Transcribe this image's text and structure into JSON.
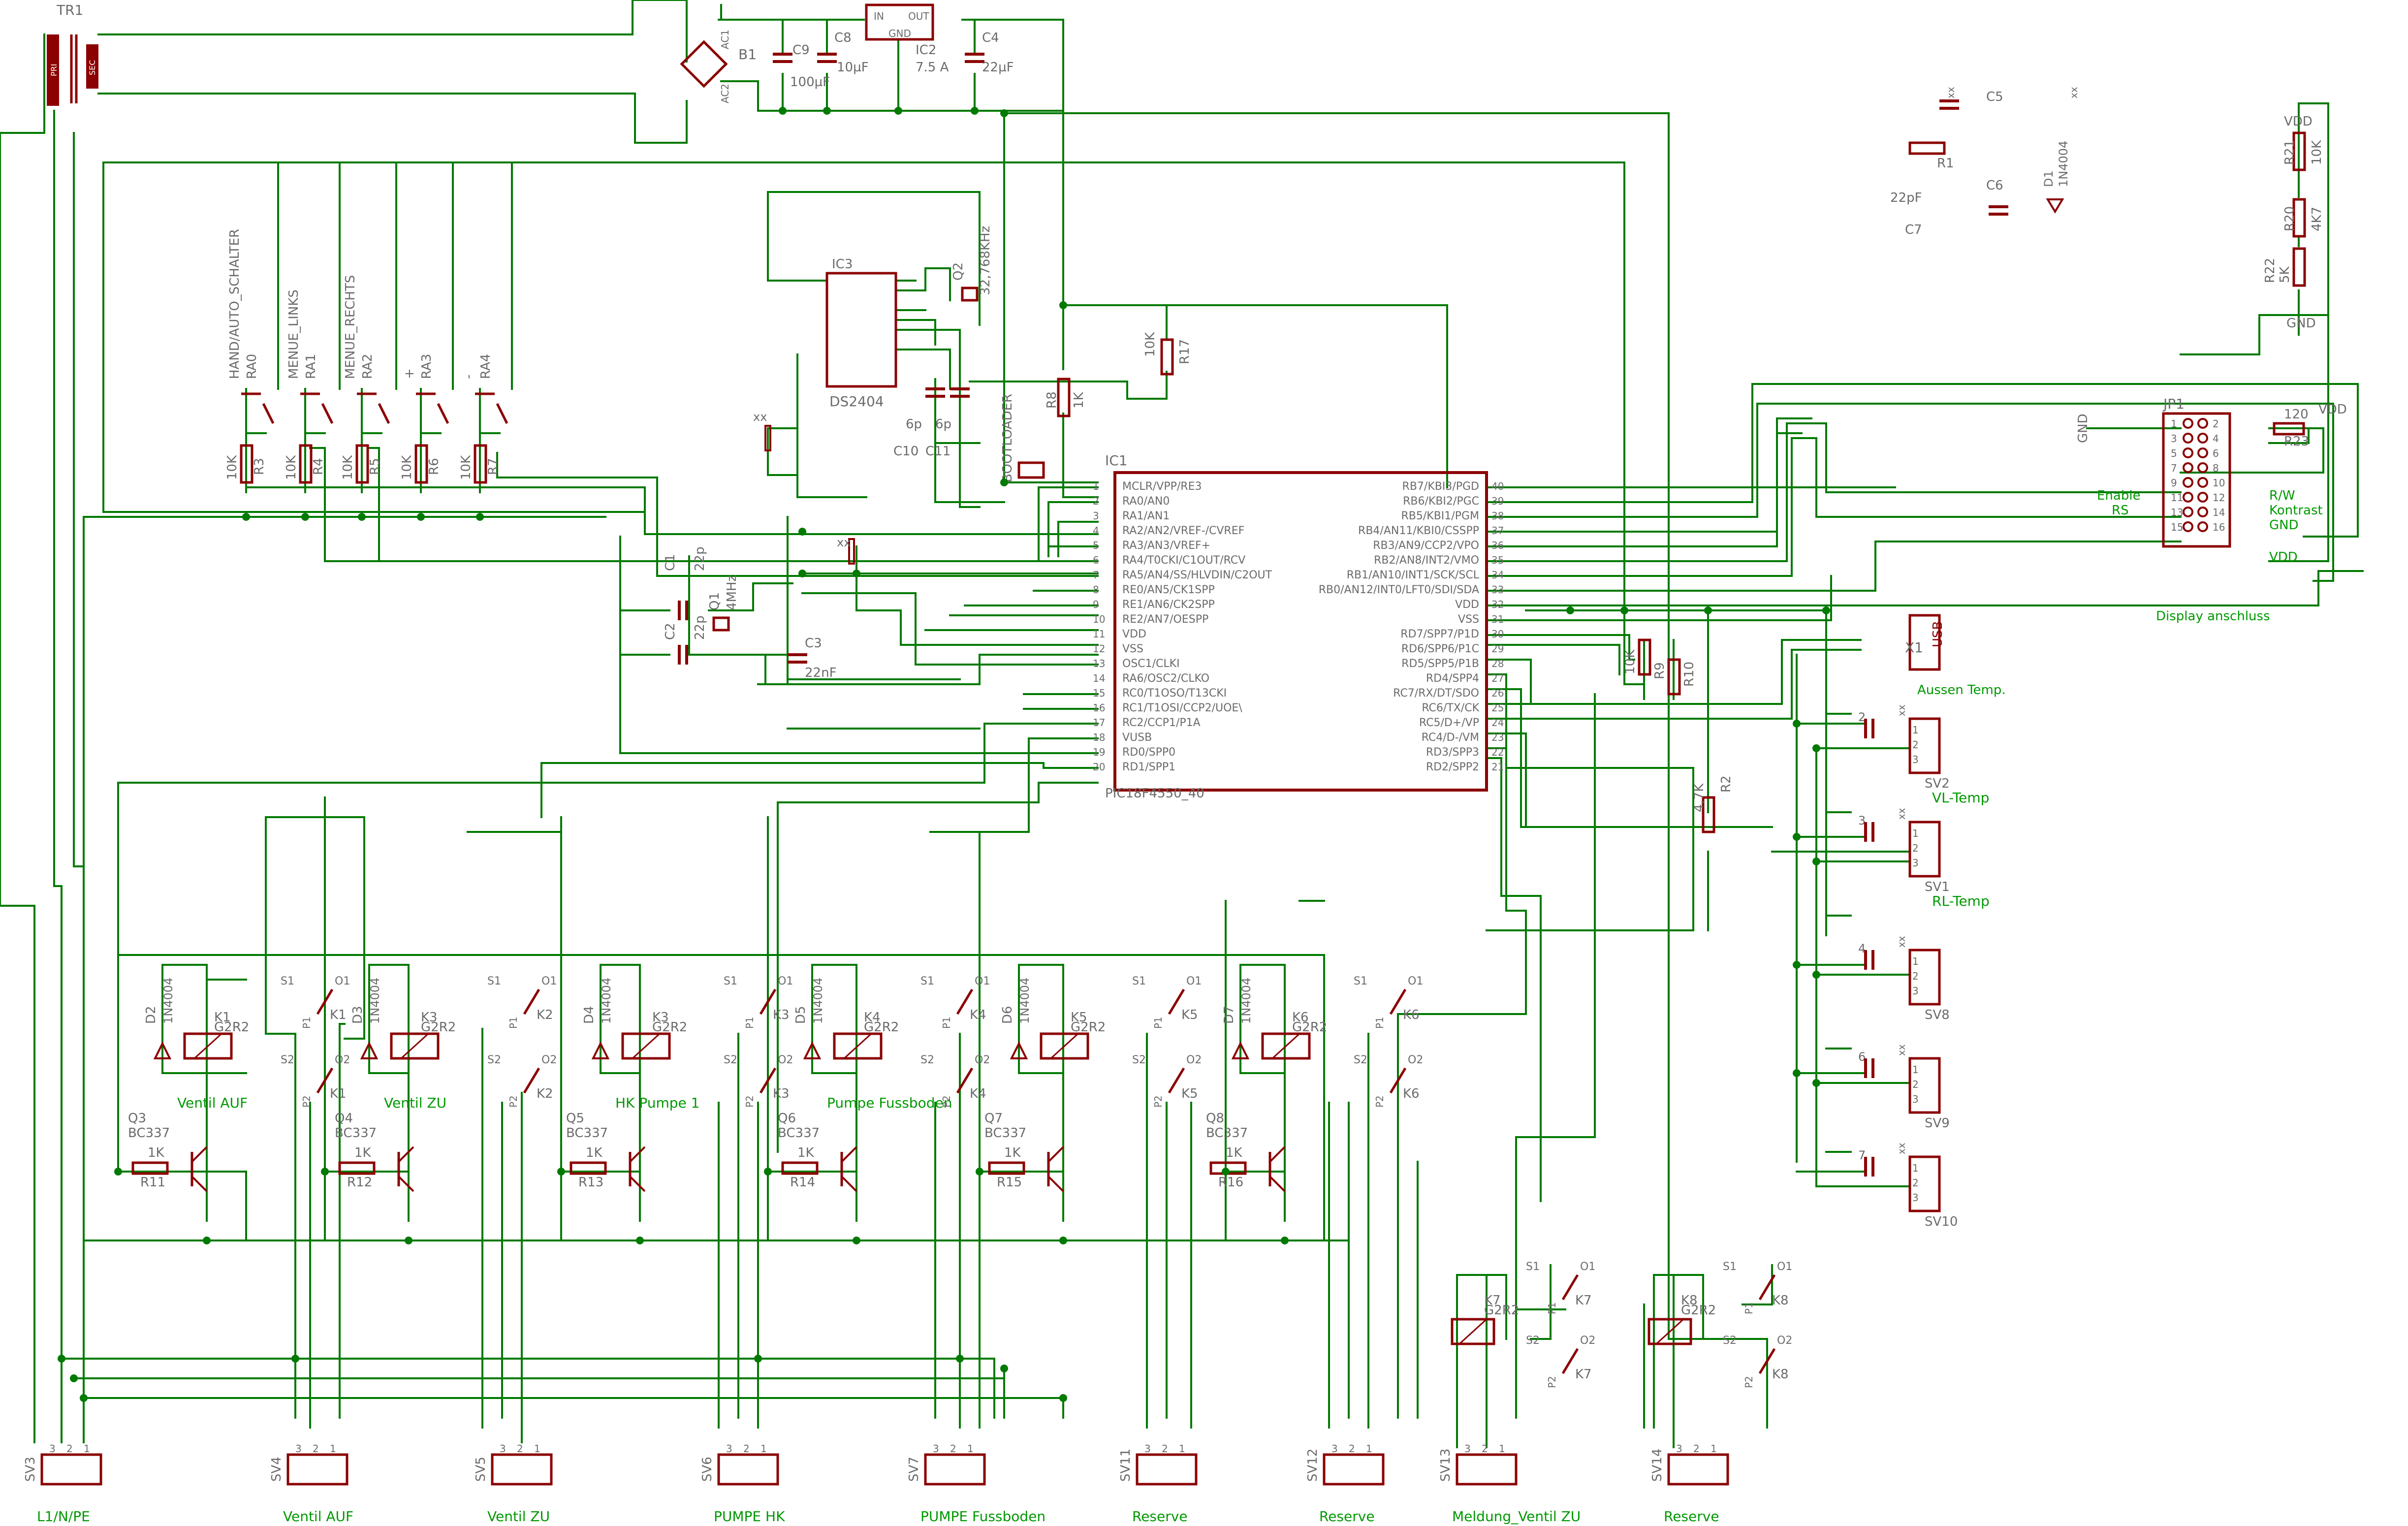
{
  "colors": {
    "wire": "#007a00",
    "part": "#8b0000",
    "label": "#6b6b6b",
    "note": "#009900"
  },
  "transformer": {
    "name": "TR1",
    "pri": "PRI",
    "sec": "SEC"
  },
  "psu": {
    "bridge": "B1",
    "ac1": "AC1",
    "ac2": "AC2",
    "caps": [
      {
        "name": "C9",
        "value": "100µF"
      },
      {
        "name": "C8",
        "value": "10µF"
      },
      {
        "name": "C4",
        "value": "22µF"
      }
    ],
    "reg": {
      "name": "IC2",
      "value": "7.5 A",
      "in": "IN",
      "out": "OUT",
      "gnd": "GND"
    }
  },
  "inputs": [
    {
      "label": "HAND/AUTO_SCHALTER",
      "pin": "RA0",
      "r": "R3"
    },
    {
      "label": "MENUE_LINKS",
      "pin": "RA1",
      "r": "R4"
    },
    {
      "label": "MENUE_RECHTS",
      "pin": "RA2",
      "r": "R5"
    },
    {
      "label": "+",
      "pin": "RA3",
      "r": "R6"
    },
    {
      "label": "-",
      "pin": "RA4",
      "r": "R7"
    }
  ],
  "res_10k": "10K",
  "rtc": {
    "name": "IC3",
    "part": "DS2404",
    "crystal": "Q2",
    "freq": "32,768KHz",
    "c10": "C10",
    "c11": "C11",
    "cap": "6p"
  },
  "bootloader": "BOOTLOADER",
  "r8": {
    "name": "R8",
    "value": "1K"
  },
  "r17": {
    "name": "R17",
    "value": "10K"
  },
  "xx": "xx",
  "osc": {
    "c1": "C1",
    "c2": "C2",
    "c3": "C3",
    "c22p": "22p",
    "c22n": "22nF",
    "q": "Q1",
    "freq": "4MHz"
  },
  "mcu": {
    "name": "IC1",
    "part": "PIC18F4550_40",
    "left": [
      "MCLR/VPP/RE3",
      "RA0/AN0",
      "RA1/AN1",
      "RA2/AN2/VREF-/CVREF",
      "RA3/AN3/VREF+",
      "RA4/T0CKI/C1OUT/RCV",
      "RA5/AN4/SS/HLVDIN/C2OUT",
      "RE0/AN5/CK1SPP",
      "RE1/AN6/CK2SPP",
      "RE2/AN7/OESPP",
      "VDD",
      "VSS",
      "OSC1/CLKI",
      "RA6/OSC2/CLKO",
      "RC0/T1OSO/T13CKI",
      "RC1/T1OSI/CCP2/UOE\\",
      "RC2/CCP1/P1A",
      "VUSB",
      "RD0/SPP0",
      "RD1/SPP1"
    ],
    "right": [
      "RB7/KBI3/PGD",
      "RB6/KBI2/PGC",
      "RB5/KBI1/PGM",
      "RB4/AN11/KBI0/CSSPP",
      "RB3/AN9/CCP2/VPO",
      "RB2/AN8/INT2/VMO",
      "RB1/AN10/INT1/SCK/SCL",
      "RB0/AN12/INT0/LFT0/SDI/SDA",
      "VDD",
      "VSS",
      "RD7/SPP7/P1D",
      "RD6/SPP6/P1C",
      "RD5/SPP5/P1B",
      "RD4/SPP4",
      "RC7/RX/DT/SDO",
      "RC6/TX/CK",
      "RC5/D+/VP",
      "RC4/D-/VM",
      "RD3/SPP3",
      "RD2/SPP2"
    ],
    "left_nums": [
      "1",
      "2",
      "3",
      "4",
      "5",
      "6",
      "7",
      "8",
      "9",
      "10",
      "11",
      "12",
      "13",
      "14",
      "15",
      "16",
      "17",
      "18",
      "19",
      "20"
    ],
    "right_nums": [
      "40",
      "39",
      "38",
      "37",
      "36",
      "35",
      "34",
      "33",
      "32",
      "31",
      "30",
      "29",
      "28",
      "27",
      "26",
      "25",
      "24",
      "23",
      "22",
      "21"
    ]
  },
  "display": {
    "jp": "JP1",
    "gnd": "GND",
    "vdd": "VDD",
    "r23": "R23",
    "r23v": "120",
    "enable": "Enable",
    "rs": "RS",
    "rw": "R/W",
    "kontrast": "Kontrast",
    "gnd2": "GND",
    "vdd2": "VDD",
    "caption": "Display anschluss",
    "pins_left": [
      "1",
      "3",
      "5",
      "7",
      "9",
      "11",
      "13",
      "15"
    ],
    "pins_right": [
      "2",
      "4",
      "6",
      "8",
      "10",
      "12",
      "14",
      "16"
    ]
  },
  "pot": {
    "vdd": "VDD",
    "r21": "R21",
    "r21v": "10K",
    "r20": "R20",
    "r20v": "4K7",
    "r22": "R22",
    "r22v": "5K",
    "gnd": "GND"
  },
  "spare": {
    "c5": "C5",
    "c6": "C6",
    "c7": "C7",
    "c7v": "22pF",
    "r1": "R1",
    "d1": "D1",
    "d1v": "1N4004",
    "xx": "xx"
  },
  "usb": {
    "name": "X1",
    "label": "USB",
    "caption": "Aussen Temp."
  },
  "r9": {
    "name": "R9",
    "value": "10K"
  },
  "r10": {
    "name": "R10"
  },
  "r2": {
    "name": "R2",
    "value": "4,7K"
  },
  "sensors": [
    {
      "name": "SV2",
      "caption": "VL-Temp",
      "idx": "2"
    },
    {
      "name": "SV1",
      "caption": "RL-Temp",
      "idx": "3"
    },
    {
      "name": "SV8",
      "caption": "",
      "idx": "4"
    },
    {
      "name": "SV9",
      "caption": "",
      "idx": "6"
    },
    {
      "name": "SV10",
      "caption": "",
      "idx": "7"
    }
  ],
  "relay_stages": [
    {
      "d": "D2",
      "k": "K1",
      "q": "Q3",
      "r": "R11",
      "caption": "Ventil AUF"
    },
    {
      "d": "D3",
      "k": "K3",
      "q": "Q4",
      "r": "R12",
      "caption": "Ventil ZU"
    },
    {
      "d": "D4",
      "k": "K3",
      "q": "Q5",
      "r": "R13",
      "caption": "HK Pumpe 1"
    },
    {
      "d": "D5",
      "k": "K4",
      "q": "Q6",
      "r": "R14",
      "caption": "Pumpe Fussboden"
    },
    {
      "d": "D6",
      "k": "K5",
      "q": "Q7",
      "r": "R15",
      "caption": ""
    },
    {
      "d": "D7",
      "k": "K6",
      "q": "Q8",
      "r": "R16",
      "caption": ""
    }
  ],
  "relay_common": {
    "diode": "1N4004",
    "coil": "G2R2",
    "trans": "BC337",
    "res": "1K"
  },
  "contacts": [
    {
      "k": "K1"
    },
    {
      "k": "K2"
    },
    {
      "k": "K3"
    },
    {
      "k": "K4"
    },
    {
      "k": "K5"
    },
    {
      "k": "K6"
    }
  ],
  "switch_pins": {
    "s1": "S1",
    "o1": "O1",
    "p1": "P1",
    "s2": "S2",
    "o2": "O2",
    "p2": "P2"
  },
  "relays_right": [
    {
      "k": "K7"
    },
    {
      "k": "K8"
    }
  ],
  "connectors": [
    {
      "name": "SV3",
      "caption": "L1/N/PE"
    },
    {
      "name": "SV4",
      "caption": "Ventil AUF"
    },
    {
      "name": "SV5",
      "caption": "Ventil ZU"
    },
    {
      "name": "SV6",
      "caption": "PUMPE HK"
    },
    {
      "name": "SV7",
      "caption": "PUMPE Fussboden"
    },
    {
      "name": "SV11",
      "caption": "Reserve"
    },
    {
      "name": "SV12",
      "caption": "Reserve"
    },
    {
      "name": "SV13",
      "caption": "Meldung_Ventil ZU"
    },
    {
      "name": "SV14",
      "caption": "Reserve"
    }
  ],
  "pin_nums": [
    "3",
    "2",
    "1"
  ]
}
